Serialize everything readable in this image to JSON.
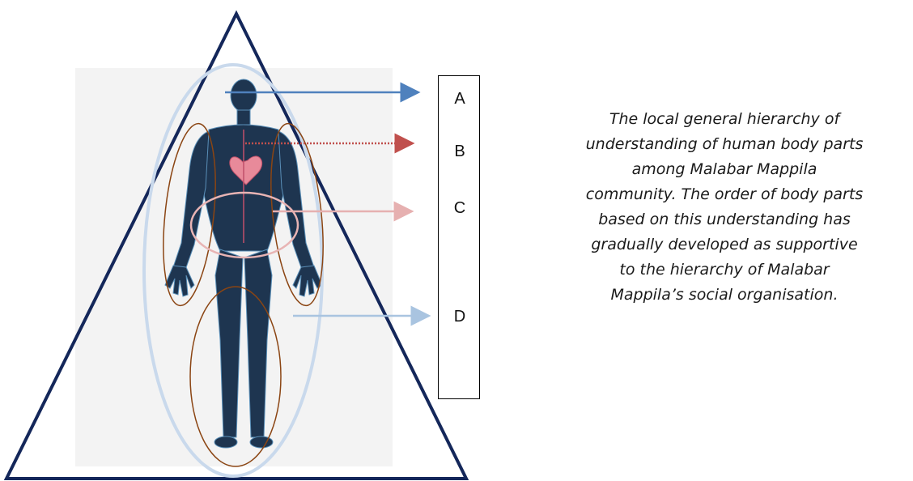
{
  "levels": [
    {
      "label": "A",
      "arrow_color": "#4f81bd",
      "arrow_style": "solid"
    },
    {
      "label": "B",
      "arrow_color": "#c0504d",
      "arrow_style": "dotted"
    },
    {
      "label": "C",
      "arrow_color": "#e6b0b0",
      "arrow_style": "solid"
    },
    {
      "label": "D",
      "arrow_color": "#a9c4e0",
      "arrow_style": "solid"
    }
  ],
  "caption": {
    "lines": [
      "The local general hierarchy of",
      "understanding of human body parts",
      "among Malabar Mappila",
      "community. The order of body parts",
      "based on this understanding has",
      "gradually developed as supportive",
      "to the hierarchy of Malabar",
      "Mappila’s social organisation."
    ]
  },
  "colors": {
    "triangle": "#14275a",
    "outer_ellipse": "#c9d9ec",
    "limb_ellipse": "#8b4513",
    "torso_ellipse": "#e8b4b4",
    "body": "#1e3550",
    "heart": "#e88a9a"
  }
}
